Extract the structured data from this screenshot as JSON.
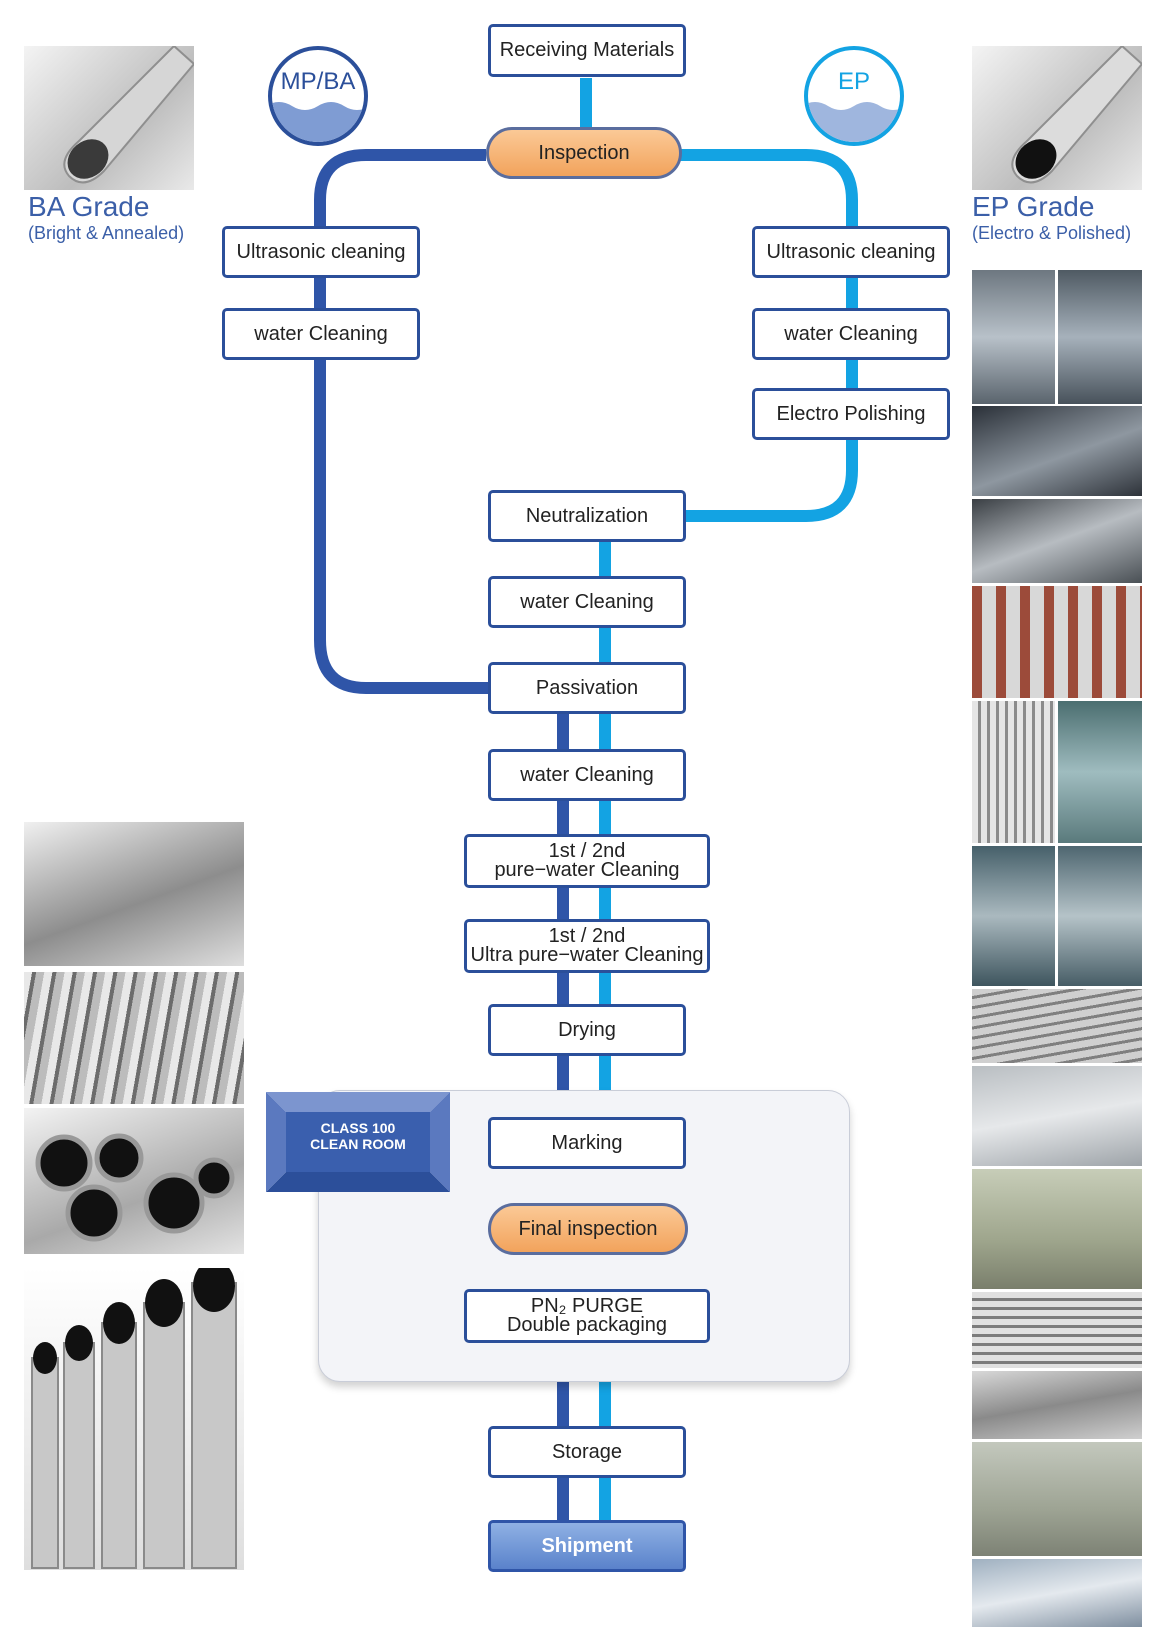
{
  "diagram": {
    "start": "Receiving Materials",
    "inspection": "Inspection",
    "left_branch": {
      "circle_label": "MP/BA",
      "steps": [
        "Ultrasonic cleaning",
        "water Cleaning"
      ]
    },
    "right_branch": {
      "circle_label": "EP",
      "steps": [
        "Ultrasonic cleaning",
        "water Cleaning",
        "Electro Polishing"
      ]
    },
    "main_steps": {
      "neutralization": "Neutralization",
      "water_cleaning_1": "water Cleaning",
      "passivation": "Passivation",
      "water_cleaning_2": "water Cleaning",
      "pure_water_line1": "1st / 2nd",
      "pure_water_line2": "pure−water Cleaning",
      "ultra_pure_line1": "1st / 2nd",
      "ultra_pure_line2": "Ultra pure−water Cleaning",
      "drying": "Drying",
      "marking": "Marking",
      "final_inspection": "Final inspection",
      "purge_line1": "PN₂  PURGE",
      "purge_line2": "Double packaging",
      "storage": "Storage",
      "shipment": "Shipment"
    },
    "clean_room": {
      "line1": "CLASS 100",
      "line2": "CLEAN ROOM"
    }
  },
  "grades": {
    "ba": {
      "title": "BA Grade",
      "subtitle": "(Bright & Annealed)"
    },
    "ep": {
      "title": "EP Grade",
      "subtitle": "(Electro & Polished)"
    }
  },
  "colors": {
    "mp_ba_line": "#2f55a8",
    "ep_line": "#13a3e3",
    "box_border": "#2b4f9a",
    "accent_orange": "#f2a35c",
    "title_blue": "#3b5fa8"
  }
}
